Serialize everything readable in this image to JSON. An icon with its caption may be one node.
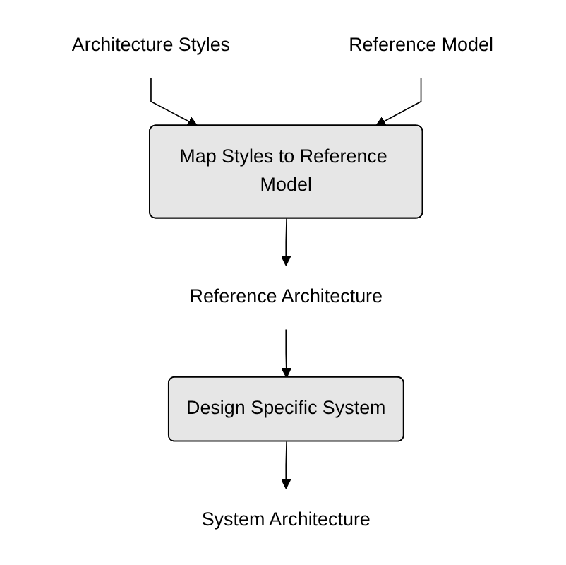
{
  "diagram": {
    "nodes": [
      {
        "text": [
          "Architecture Styles"
        ]
      },
      {
        "text": [
          "Reference Model"
        ]
      },
      {
        "text": [
          "Map Styles to Reference Model"
        ]
      },
      {
        "text": [
          "Reference Architecture"
        ]
      },
      {
        "text": [
          "Design Specific System"
        ]
      },
      {
        "text": [
          "System Architecture"
        ]
      }
    ],
    "edges": [
      {
        "from": 0,
        "to": 2,
        "arrow": "to"
      },
      {
        "from": 1,
        "to": 2,
        "arrow": "to"
      },
      {
        "from": 2,
        "to": 3,
        "arrow": "to"
      },
      {
        "from": 3,
        "to": 4,
        "arrow": "to"
      },
      {
        "from": 4,
        "to": 5,
        "arrow": "to"
      }
    ]
  }
}
